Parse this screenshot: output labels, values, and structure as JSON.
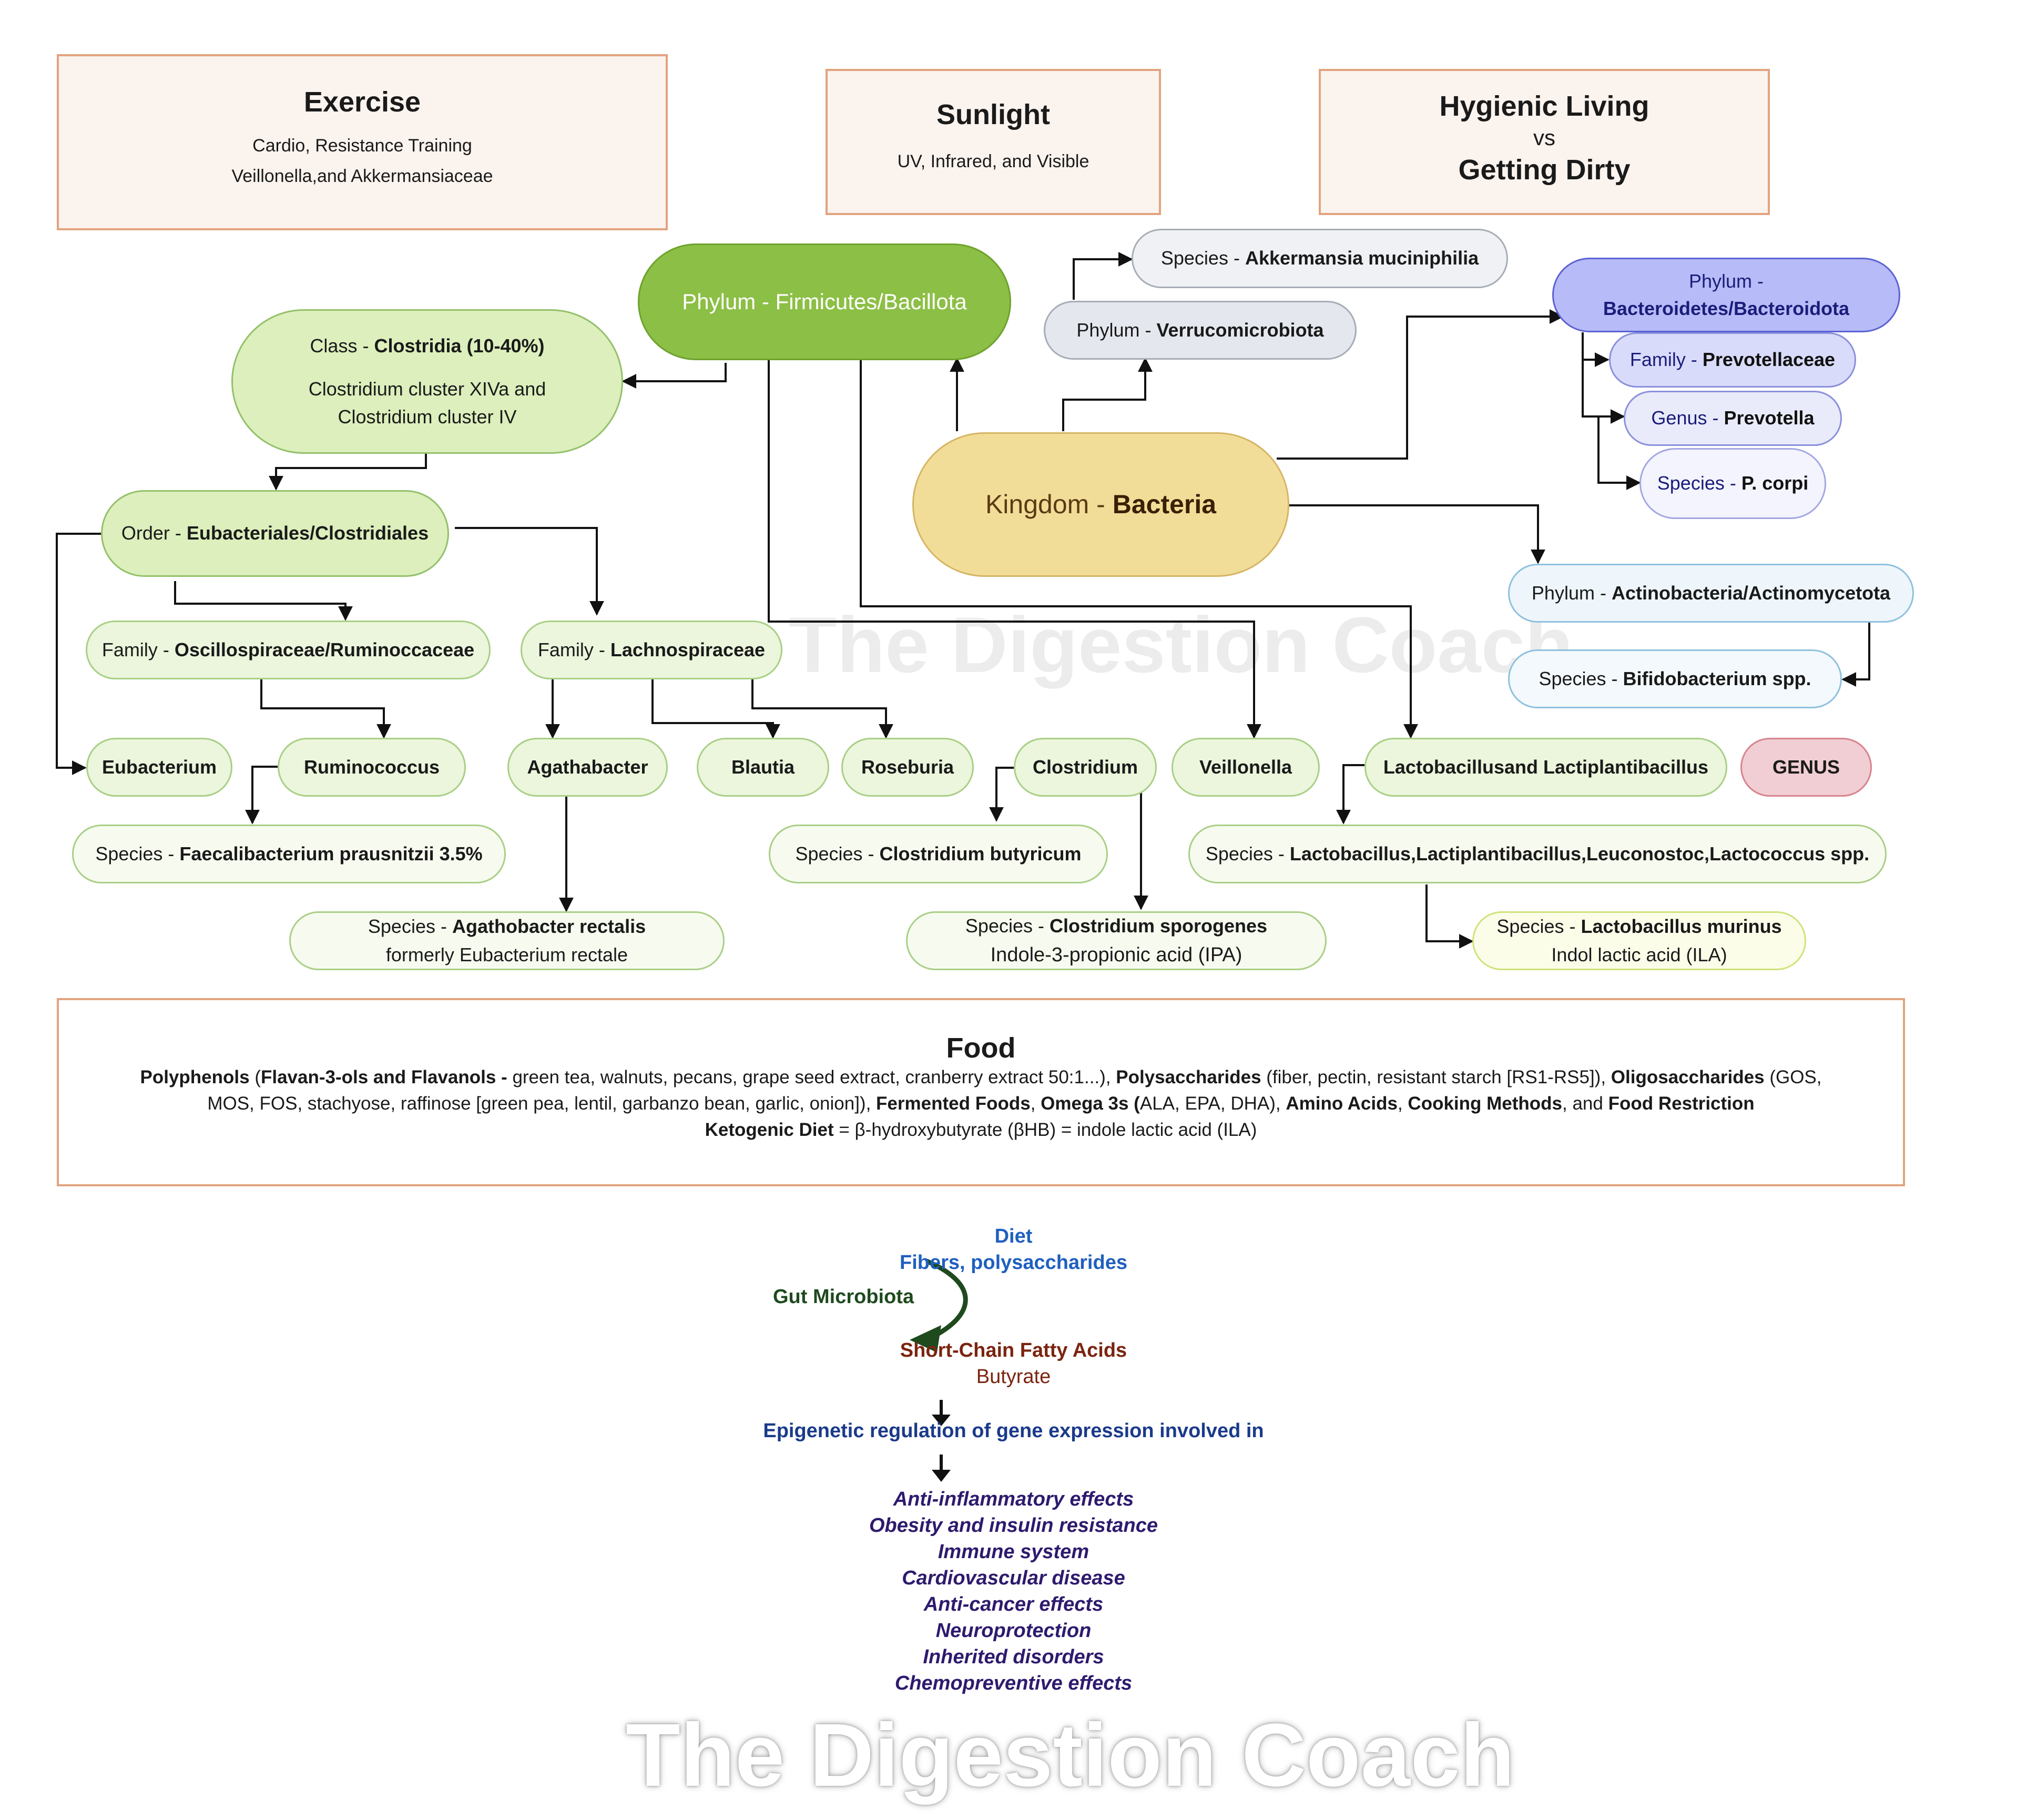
{
  "top_boxes": {
    "exercise": {
      "title": "Exercise",
      "line1": "Cardio, Resistance Training",
      "line2": "Veillonella,and Akkermansiaceae"
    },
    "sunlight": {
      "title": "Sunlight",
      "line1": "UV, Infrared, and Visible"
    },
    "hygiene": {
      "title1": "Hygienic Living",
      "vs": "vs",
      "title2": "Getting Dirty"
    }
  },
  "nodes": {
    "firmicutes": {
      "prefix": "Phylum - ",
      "name": "Firmicutes/Bacillota"
    },
    "kingdom": {
      "prefix": "Kingdom - ",
      "name": "Bacteria"
    },
    "clostridia": {
      "prefix": "Class - ",
      "name": "Clostridia (10-40%)",
      "line1": "Clostridium cluster XIVa and",
      "line2": "Clostridium cluster IV"
    },
    "akkermansia": {
      "prefix": "Species - ",
      "name": "Akkermansia muciniphilia"
    },
    "verrucomicrobiota": {
      "prefix": "Phylum - ",
      "name": "Verrucomicrobiota"
    },
    "bacteroidetes": {
      "prefix": "Phylum -",
      "name": "Bacteroidetes/Bacteroidota"
    },
    "prevotellaceae": {
      "prefix": "Family - ",
      "name": "Prevotellaceae"
    },
    "prevotella": {
      "prefix": "Genus - ",
      "name": "Prevotella"
    },
    "pcorpi": {
      "prefix": "Species - ",
      "name": "P. corpi"
    },
    "actinobacteria": {
      "prefix": "Phylum - ",
      "name": "Actinobacteria/Actinomycetota"
    },
    "bifido": {
      "prefix": "Species - ",
      "name": "Bifidobacterium spp."
    },
    "order": {
      "prefix": "Order - ",
      "name": "Eubacteriales/Clostridiales"
    },
    "oscillo": {
      "prefix": "Family - ",
      "name": "Oscillospiraceae/Ruminoccaceae"
    },
    "lachno": {
      "prefix": "Family - ",
      "name": "Lachnospiraceae"
    },
    "eubacterium": {
      "name": "Eubacterium"
    },
    "ruminococcus": {
      "name": "Ruminococcus"
    },
    "agathabacter": {
      "name": "Agathabacter"
    },
    "blautia": {
      "name": "Blautia"
    },
    "roseburia": {
      "name": "Roseburia"
    },
    "clostridium": {
      "name": "Clostridium"
    },
    "veillonella": {
      "name": "Veillonella"
    },
    "lacto": {
      "name": "Lactobacillusand Lactiplantibacillus"
    },
    "genus": {
      "name": "GENUS"
    },
    "faecali": {
      "prefix": "Species - ",
      "name": "Faecalibacterium prausnitzii 3.5%"
    },
    "cbutyricum": {
      "prefix": "Species - ",
      "name": "Clostridium butyricum"
    },
    "lactospp": {
      "prefix": "Species - ",
      "name": "Lactobacillus,Lactiplantibacillus,Leuconostoc,Lactococcus spp."
    },
    "agrectalis": {
      "prefix": "Species - ",
      "name": "Agathobacter rectalis",
      "line2": "formerly Eubacterium rectale"
    },
    "csporogenes": {
      "prefix": "Species - ",
      "name": "Clostridium sporogenes",
      "line2": "Indole-3-propionic acid (IPA)"
    },
    "lmurinus": {
      "prefix": "Species - ",
      "name": "Lactobacillus murinus",
      "line2": "Indol lactic acid (ILA)"
    }
  },
  "food": {
    "title": "Food",
    "l1_b1": "Polyphenols",
    "l1_t1": " (",
    "l1_b2": "Flavan-3-ols and Flavanols - ",
    "l1_t2": "green tea, walnuts, pecans, grape seed extract, cranberry extract 50:1...), ",
    "l1_b3": "Polysaccharides",
    "l1_t3": " (fiber, pectin, resistant starch [RS1-RS5]), ",
    "l1_b4": "Oligosaccharides",
    "l1_t4": " (GOS,",
    "l2_t1": "MOS, FOS, stachyose, raffinose [green pea, lentil, garbanzo bean, garlic, onion]), ",
    "l2_b1": "Fermented Foods",
    "l2_t2": ", ",
    "l2_b2": "Omega 3s (",
    "l2_t3": "ALA, EPA, DHA), ",
    "l2_b3": "Amino Acids",
    "l2_t4": ", ",
    "l2_b4": "Cooking Methods",
    "l2_t5": ", and ",
    "l2_b5": "Food Restriction",
    "l3_b1": "Ketogenic Diet",
    "l3_t1": " = β-hydroxybutyrate (βHB) = indole lactic acid (ILA)"
  },
  "flow": {
    "diet": "Diet",
    "fibers": "Fibers, polysaccharides",
    "gut": "Gut Microbiota",
    "scfa": "Short-Chain Fatty Acids",
    "butyrate": "Butyrate",
    "epigenetic": "Epigenetic regulation of gene expression involved in",
    "effects": [
      "Anti-inflammatory effects",
      "Obesity and  insulin resistance",
      "Immune system",
      "Cardiovascular disease",
      "Anti-cancer effects",
      "Neuroprotection",
      "Inherited disorders",
      "Chemopreventive effects"
    ]
  },
  "watermark": "The Digestion Coach",
  "colors": {
    "orange_border": "#e2a380",
    "firmicutes": "#8cbf45",
    "kingdom": "#f2dd98",
    "flow_blue": "#1f5fbf",
    "flow_green": "#1e4a1e",
    "flow_brown": "#7a2410",
    "flow_navy": "#1a3a8a",
    "flow_purple": "#2e1a6e"
  }
}
